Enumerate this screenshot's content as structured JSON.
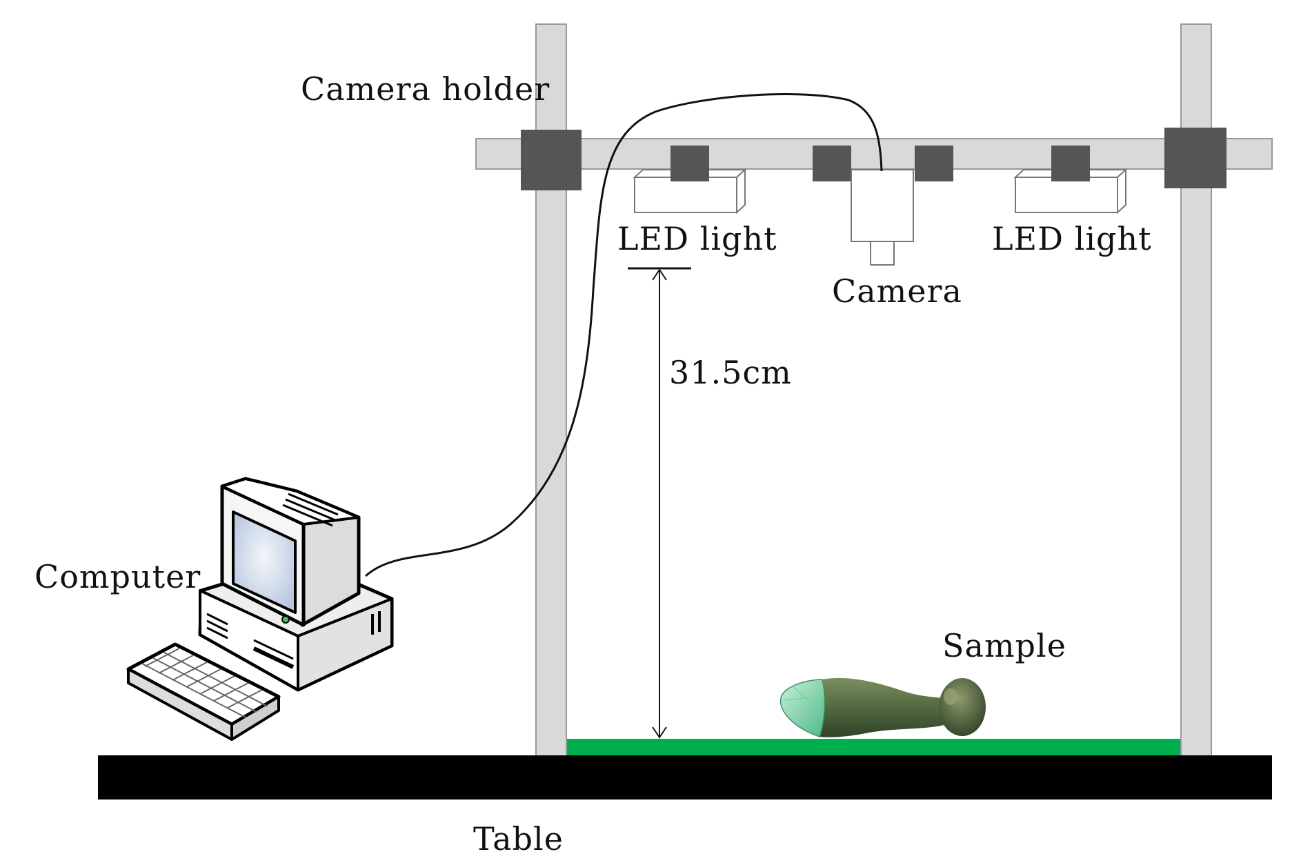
{
  "labels": {
    "camera_holder": "Camera holder",
    "led_light_left": "LED light",
    "led_light_right": "LED light",
    "camera": "Camera",
    "distance": "31.5cm",
    "computer": "Computer",
    "sample": "Sample",
    "table": "Table"
  },
  "colors": {
    "frame": "#d9d9d9",
    "clamp": "#555555",
    "table": "#000000",
    "platform": "#00b04f",
    "sample": "#4d6b45",
    "screen": "#cfdcee"
  },
  "icons": [
    "computer-icon",
    "keyboard-icon",
    "camera-icon",
    "led-light-icon",
    "sample-specimen-icon"
  ]
}
